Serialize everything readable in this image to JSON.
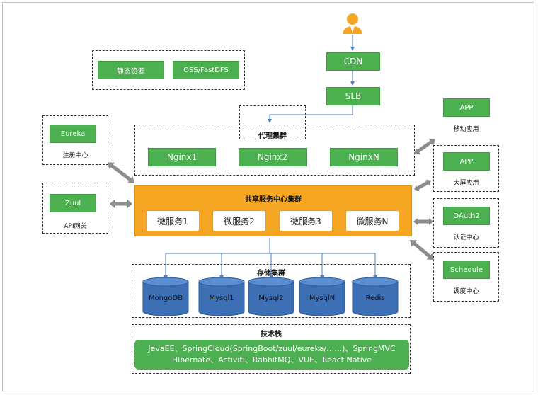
{
  "static": {
    "left": "静态资源",
    "right": "OSS/FastDFS"
  },
  "cdn": "CDN",
  "slb": "SLB",
  "proxy": {
    "title": "代理集群",
    "nodes": [
      "Nginx1",
      "Nginx2",
      "NginxN"
    ]
  },
  "eureka": {
    "name": "Eureka",
    "label": "注册中心"
  },
  "zuul": {
    "name": "Zuul",
    "label": "API网关"
  },
  "shared": {
    "title": "共享服务中心集群",
    "services": [
      "微服务1",
      "微服务2",
      "微服务3",
      "微服务N"
    ]
  },
  "right": [
    {
      "name": "APP",
      "label": "移动应用"
    },
    {
      "name": "APP",
      "label": "大屏应用"
    },
    {
      "name": "OAuth2",
      "label": "认证中心"
    },
    {
      "name": "Schedule",
      "label": "调度中心"
    }
  ],
  "storage": {
    "title": "存储集群",
    "dbs": [
      "MongoDB",
      "Mysql1",
      "Mysql2",
      "MysqlN",
      "Redis"
    ]
  },
  "tech": {
    "title": "技术栈",
    "line1": "JavaEE、SpringCloud(SpringBoot/zuul/eureka/……)、SpringMVC",
    "line2": "Hibernate、Activiti、RabbitMQ、VUE、React Native"
  },
  "colors": {
    "green": "#4caf50",
    "orange": "#f5a623",
    "db": "#3d6fb5",
    "arrow": "#7f7f7f",
    "line": "#4a7fc1",
    "user": "#f5a623"
  }
}
